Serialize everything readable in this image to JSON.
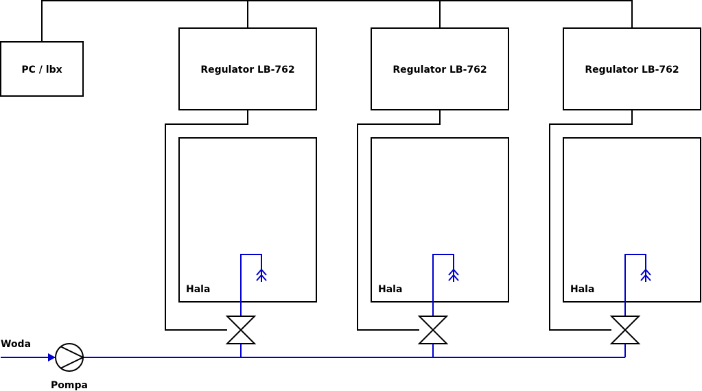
{
  "pc": {
    "label": "PC / lbx"
  },
  "units": [
    {
      "regulator": "Regulator LB-762",
      "hall": "Hala"
    },
    {
      "regulator": "Regulator LB-762",
      "hall": "Hala"
    },
    {
      "regulator": "Regulator LB-762",
      "hall": "Hala"
    }
  ],
  "water": {
    "label": "Woda"
  },
  "pump": {
    "label": "Pompa"
  },
  "colors": {
    "signal": "#000000",
    "water": "#0000cc"
  }
}
